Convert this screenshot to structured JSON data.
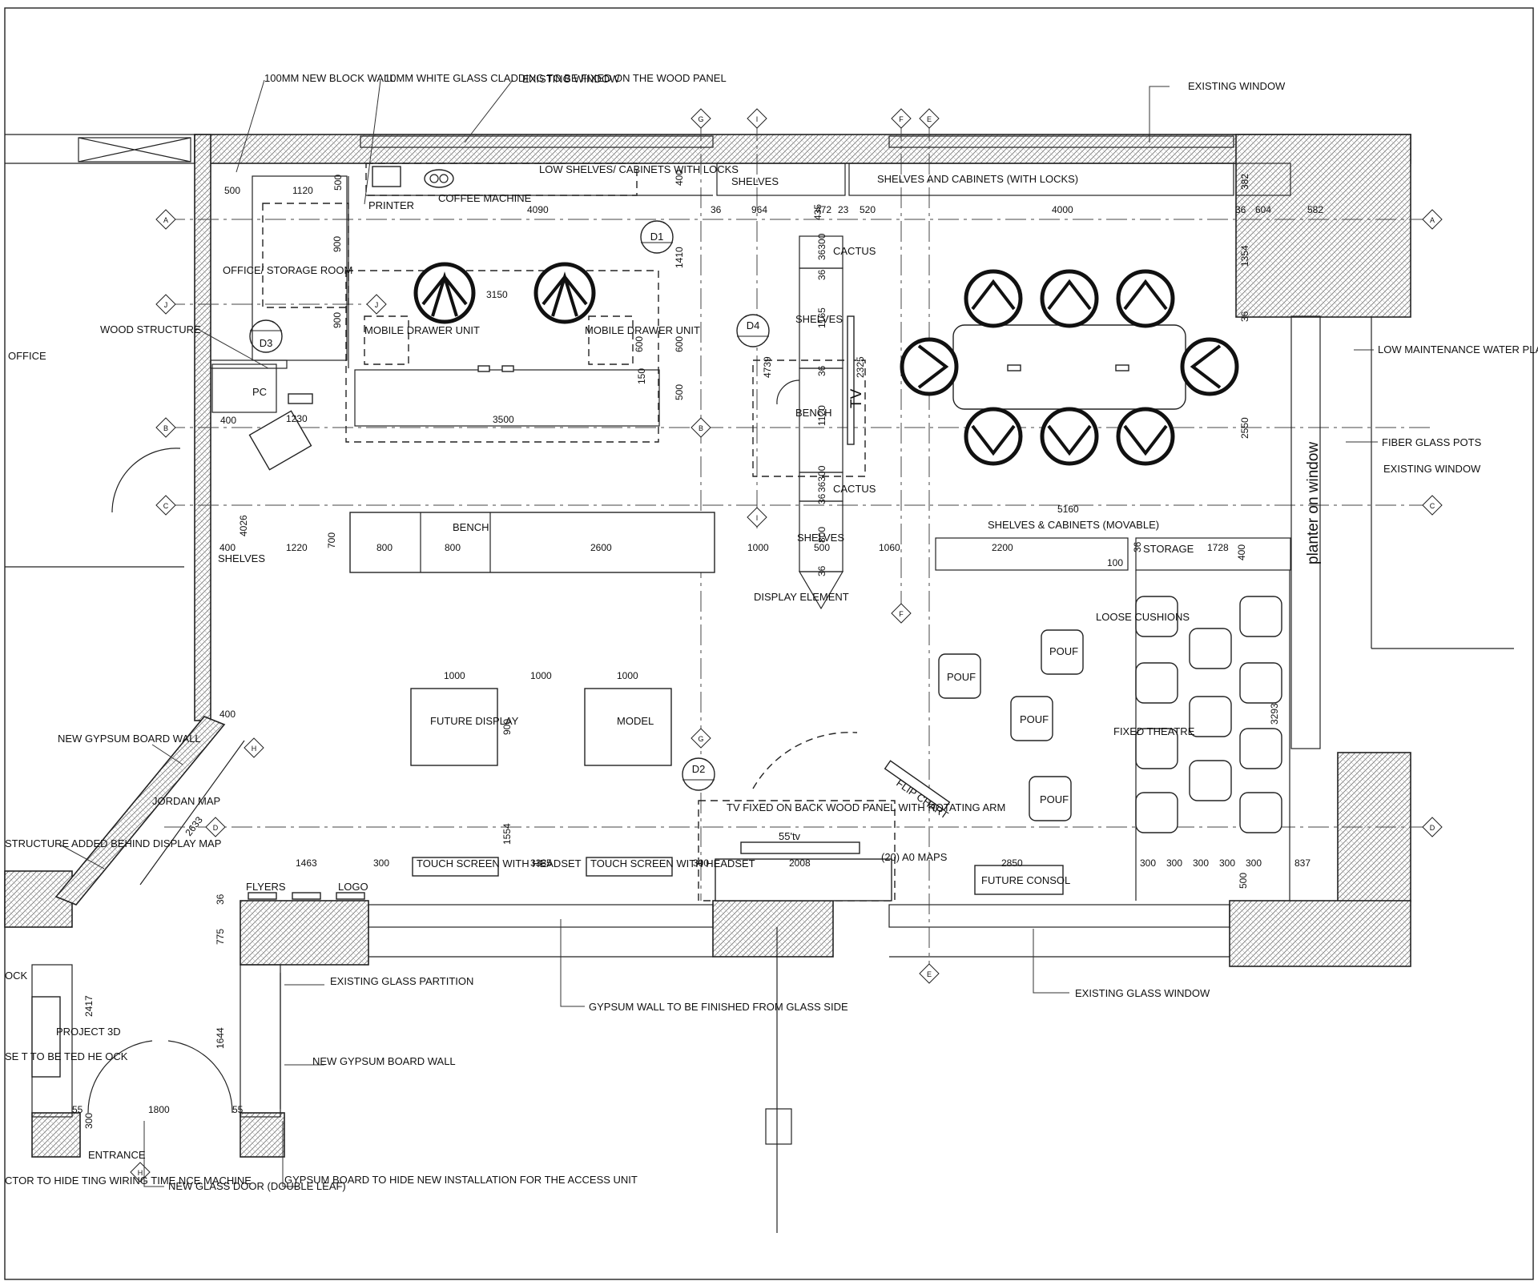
{
  "notes": {
    "block_wall": "100MM NEW BLOCK WALL",
    "glass_cladding": "10MM WHITE GLASS CLADDING TO BE FIXED ON THE WOOD PANEL",
    "existing_window_1": "EXISTING WINDOW",
    "existing_window_2": "EXISTING WINDOW",
    "existing_window_3": "EXISTING WINDOW",
    "wood_structure": "WOOD STRUCTURE",
    "low_maint_plant": "LOW MAINTENANCE WATER PLANT",
    "fiber_glass_pots": "FIBER GLASS POTS",
    "gypsum_board_wall": "NEW GYPSUM BOARD WALL",
    "jordan_map": "JORDAN MAP",
    "structure_behind": "STRUCTURE ADDED BEHIND DISPLAY MAP",
    "existing_glass_partition": "EXISTING GLASS PARTITION",
    "new_gypsum_wall": "NEW GYPSUM BOARD WALL",
    "gypsum_glass_side": "GYPSUM WALL TO BE FINISHED FROM GLASS SIDE",
    "existing_glass_window": "EXISTING GLASS WINDOW",
    "glass_door": "NEW GLASS DOOR (DOUBLE LEAF)",
    "gypsum_access": "GYPSUM BOARD TO HIDE NEW INSTALLATION FOR THE ACCESS UNIT",
    "cut_left_1": "CTOR TO HIDE TING WIRING TIME NCE MACHINE",
    "cut_left_2": "SE T TO BE TED HE OCK",
    "cut_left_3": "OCK"
  },
  "rooms": {
    "office": "OFFICE",
    "office_storage": "OFFICE/ STORAGE ROOM",
    "printer": "PRINTER",
    "coffee": "COFFEE MACHINE",
    "low_shelves": "LOW SHELVES/ CABINETS WITH LOCKS",
    "shelves_top": "SHELVES",
    "shelves_cabinets": "SHELVES AND CABINETS (WITH LOCKS)",
    "mobile_drawer_1": "MOBILE DRAWER UNIT",
    "mobile_drawer_2": "MOBILE DRAWER UNIT",
    "pc": "PC",
    "cactus_1": "CACTUS",
    "cactus_2": "CACTUS",
    "shelves_mid": "SHELVES",
    "bench_mid": "BENCH",
    "tv": "TV",
    "bench_low": "BENCH",
    "shelves_left": "SHELVES",
    "shelves_low": "SHELVES",
    "display_element": "DISPLAY ELEMENT",
    "shelves_movable": "SHELVES & CABINETS (MOVABLE)",
    "storage": "STORAGE",
    "planter": "planter on window",
    "loose_cushions": "LOOSE CUSHIONS",
    "pouf_1": "POUF",
    "pouf_2": "POUF",
    "pouf_3": "POUF",
    "pouf_4": "POUF",
    "fixed_theatre": "FIXED THEATRE",
    "future_display": "FUTURE DISPLAY",
    "model": "MODEL",
    "flip_chart": "FLIP CHART",
    "tv_fixed": "TV FIXED ON BACK WOOD PANEL WITH ROTATING ARM",
    "tv_size": "55'tv",
    "a0_maps": "(20) A0 MAPS",
    "touch_screen_1": "TOUCH SCREEN WITH HEADSET",
    "touch_screen_2": "TOUCH SCREEN WITH HEADSET",
    "flyers": "FLYERS",
    "logo": "LOGO",
    "future_consol": "FUTURE CONSOL",
    "project_3d": "PROJECT 3D",
    "entrance": "ENTRANCE"
  },
  "grid_labels": [
    "A",
    "B",
    "C",
    "D",
    "E",
    "F",
    "G",
    "H",
    "I",
    "J"
  ],
  "section_markers": [
    "D1",
    "D2",
    "D3",
    "D4"
  ],
  "dimensions": {
    "d500a": "500",
    "d1120": "1120",
    "d500b": "500",
    "d900a": "900",
    "d900b": "900",
    "d400a": "400",
    "d1230": "1230",
    "d3500": "3500",
    "d3150": "3150",
    "d4090": "4090",
    "d400b": "400",
    "d1410": "1410",
    "d600a": "600",
    "d600b": "600",
    "d500c": "500",
    "d150": "150",
    "d36a": "36",
    "d964": "964",
    "d435": "435",
    "d472": "472",
    "d23": "23",
    "d520": "520",
    "d4000": "4000",
    "d36b": "36",
    "d604": "604",
    "d582": "582",
    "d382": "382",
    "d1354": "1354",
    "d36c": "36",
    "d2550": "2550",
    "d36300a": "36300",
    "d36d": "36",
    "d1165": "1165",
    "d4739": "4739",
    "d2325": "2325",
    "d36e": "36",
    "d1120b": "1120",
    "d36300b": "36300",
    "d36f": "36",
    "d800v": "800",
    "d36g": "36",
    "d4026": "4026",
    "d400c": "400",
    "d1220": "1220",
    "d700": "700",
    "d800a": "800",
    "d800b": "800",
    "d2600": "2600",
    "d1000a": "1000",
    "d500d": "500",
    "d1060": "1060",
    "d2200": "2200",
    "d100": "100",
    "d5160": "5160",
    "d1728": "1728",
    "d400d": "400",
    "d36h": "36",
    "d1000b": "1000",
    "d1000c": "1000",
    "d1000d": "1000",
    "d900c": "900",
    "d1554": "1554",
    "d400e": "400",
    "d2633": "2633",
    "d3293": "3293",
    "d1463": "1463",
    "d300a": "300",
    "d3385": "3385",
    "d300b": "300",
    "d2008": "2008",
    "d2850": "2850",
    "d300c": "300",
    "d300d": "300",
    "d300e": "300",
    "d300f": "300",
    "d300g": "300",
    "d837": "837",
    "d500e": "500",
    "d36i": "36",
    "d775": "775",
    "d1644": "1644",
    "d2417": "2417",
    "d55a": "55",
    "d1800": "1800",
    "d55b": "55",
    "d300h": "300"
  }
}
